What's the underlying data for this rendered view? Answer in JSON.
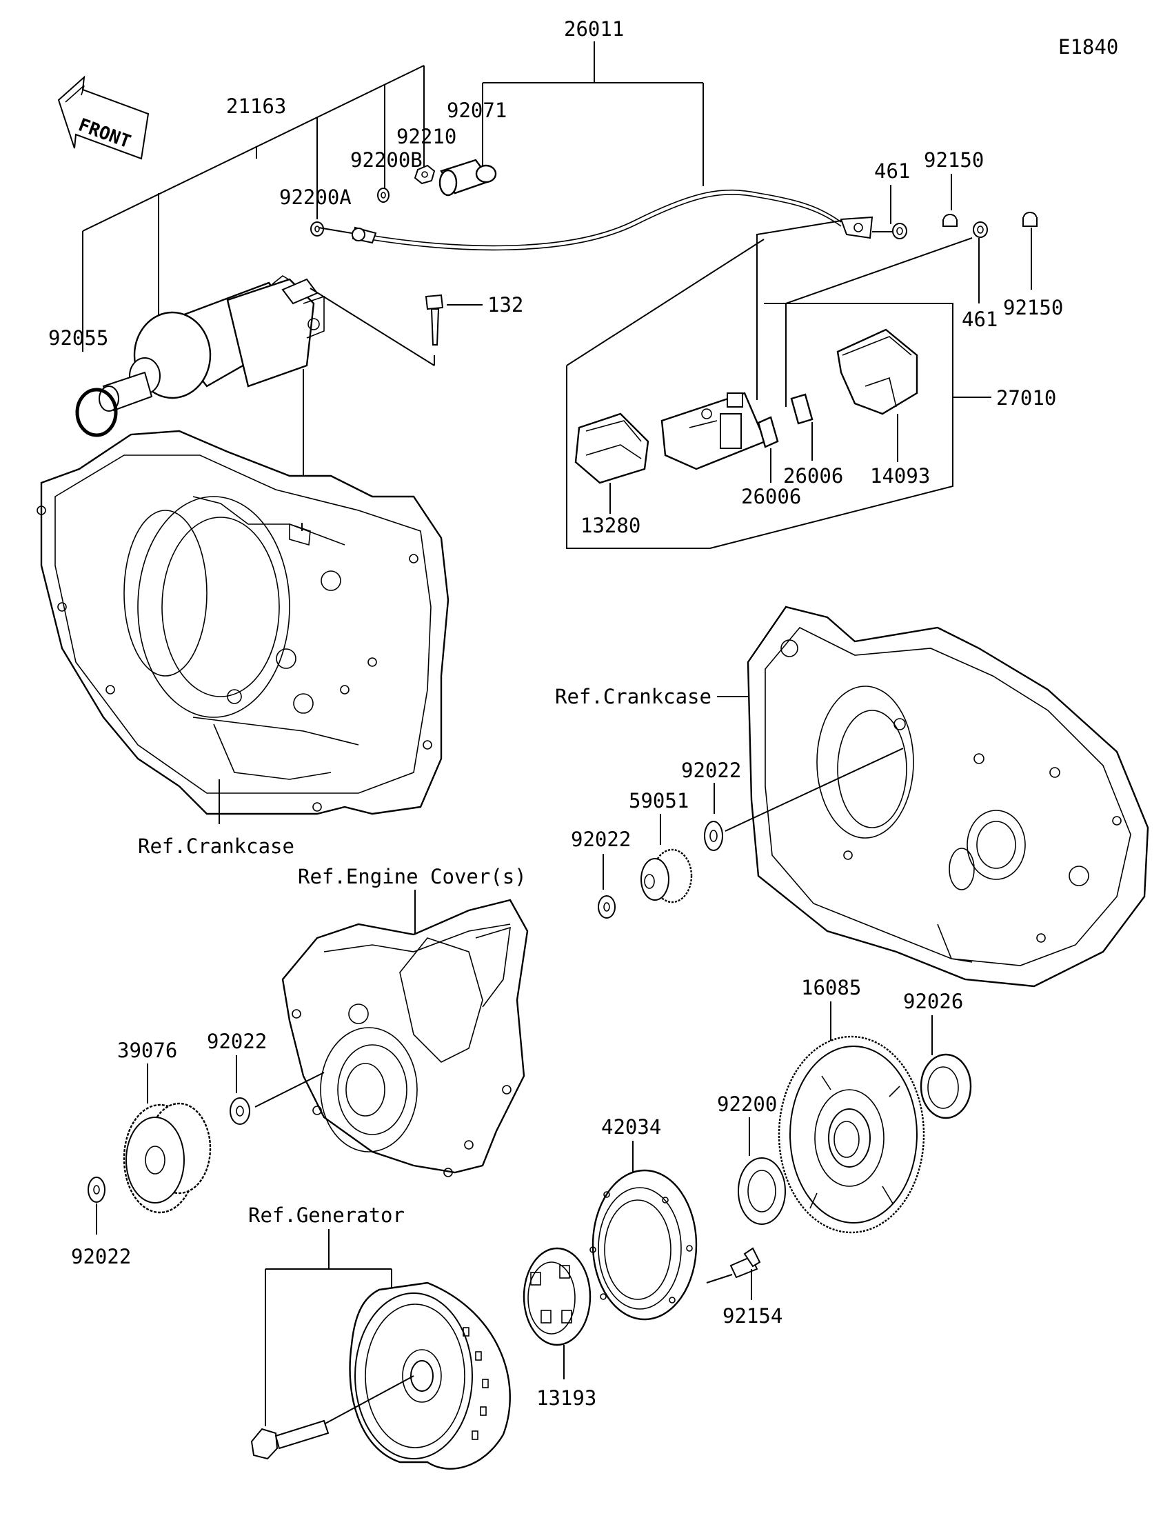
{
  "diagram_id": "E1840",
  "front_label": "FRONT",
  "part_numbers": {
    "p26011": "26011",
    "p21163": "21163",
    "p92071": "92071",
    "p92210": "92210",
    "p92200B": "92200B",
    "p92200A": "92200A",
    "p461_top": "461",
    "p92150_top": "92150",
    "p92150_right": "92150",
    "p461_right": "461",
    "p92055": "92055",
    "p132": "132",
    "p27010": "27010",
    "p26006_a": "26006",
    "p26006_b": "26006",
    "p14093": "14093",
    "p13280": "13280",
    "p92022_a": "92022",
    "p59051": "59051",
    "p92022_b": "92022",
    "p92022_c": "92022",
    "p39076": "39076",
    "p92022_d": "92022",
    "p16085": "16085",
    "p92026": "92026",
    "p92200": "92200",
    "p42034": "42034",
    "p92154": "92154",
    "p13193": "13193"
  },
  "references": {
    "crankcase_left": "Ref.Crankcase",
    "crankcase_right": "Ref.Crankcase",
    "engine_cover": "Ref.Engine Cover(s)",
    "generator": "Ref.Generator"
  }
}
